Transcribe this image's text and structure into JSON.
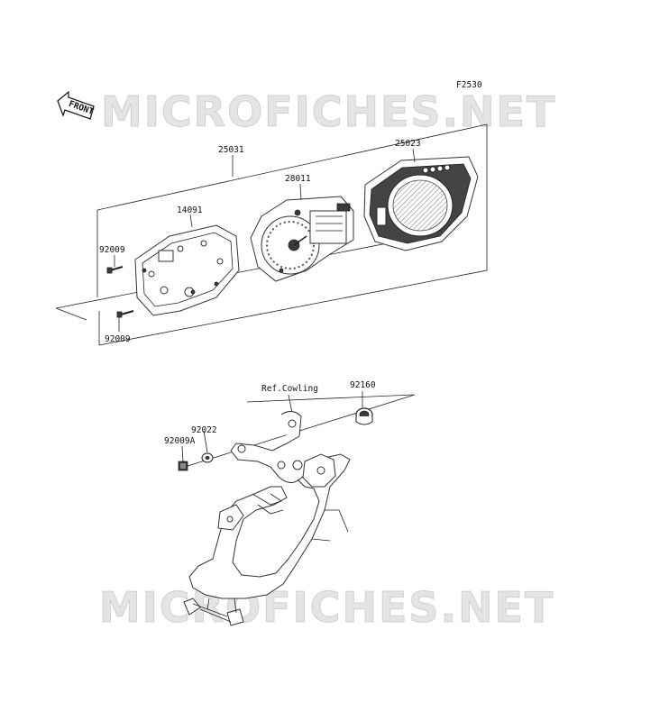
{
  "watermark": "MICROFICHES.NET",
  "diagram_code": "F2530",
  "front_label": "FRONT",
  "labels": {
    "p25031": "25031",
    "p25023": "25023",
    "p28011": "28011",
    "p14091": "14091",
    "p92009_top": "92009",
    "p92009_bottom": "92009",
    "ref_cowling": "Ref.Cowling",
    "p92160": "92160",
    "p92022": "92022",
    "p92009a": "92009A"
  }
}
